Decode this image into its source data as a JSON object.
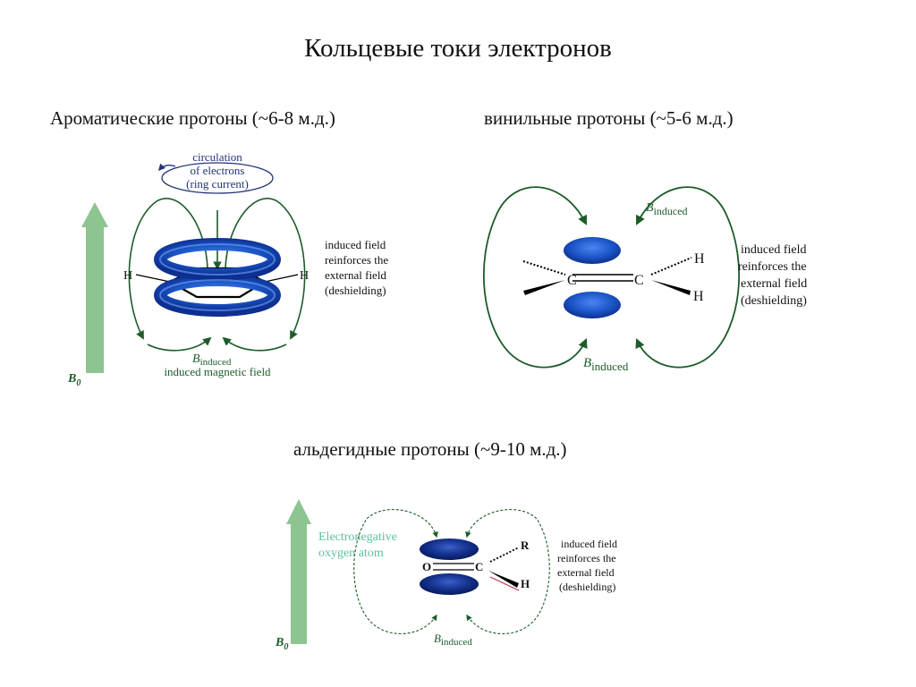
{
  "title": "Кольцевые токи электронов",
  "sections": {
    "aromatic": {
      "heading": "Ароматические протоны (~6-8 м.д.)",
      "circulation": [
        "circulation",
        "of electrons",
        "(ring current)"
      ],
      "h_left": "H",
      "h_right": "H",
      "field_note": [
        "induced field",
        "reinforces the",
        "external field",
        "(deshielding)"
      ],
      "b_induced_main": "B",
      "b_induced_sub": "induced",
      "induced_magnetic_field": "induced magnetic field",
      "b0_main": "B",
      "b0_sub": "0"
    },
    "vinyl": {
      "heading": "винильные протоны (~5-6 м.д.)",
      "c_left": "C",
      "c_right": "C",
      "h_upper": "H",
      "h_lower": "H",
      "field_note": [
        "induced field",
        "reinforces the",
        "external field",
        "(deshielding)"
      ],
      "b_induced_main": "B",
      "b_induced_sub": "induced"
    },
    "aldehyde": {
      "heading": "альдегидные протоны (~9-10 м.д.)",
      "electroneg_note": [
        "Electronegative",
        "oxygen atom"
      ],
      "o_label": "O",
      "c_label": "C",
      "r_label": "R",
      "h_label": "H",
      "field_note": [
        "induced field",
        "reinforces the",
        "external field",
        "(deshielding)"
      ],
      "b_induced_main": "B",
      "b_induced_sub": "induced",
      "b0_main": "B",
      "b0_sub": "0"
    }
  },
  "colors": {
    "arrow_green": "#1d5c2a",
    "field_arrow_green": "#8cc58f",
    "lobe_blue": "#1b56c8",
    "lobe_dark": "#0d2f8f",
    "note_teal": "#5fbf9c",
    "circ_blue": "#23337a"
  }
}
